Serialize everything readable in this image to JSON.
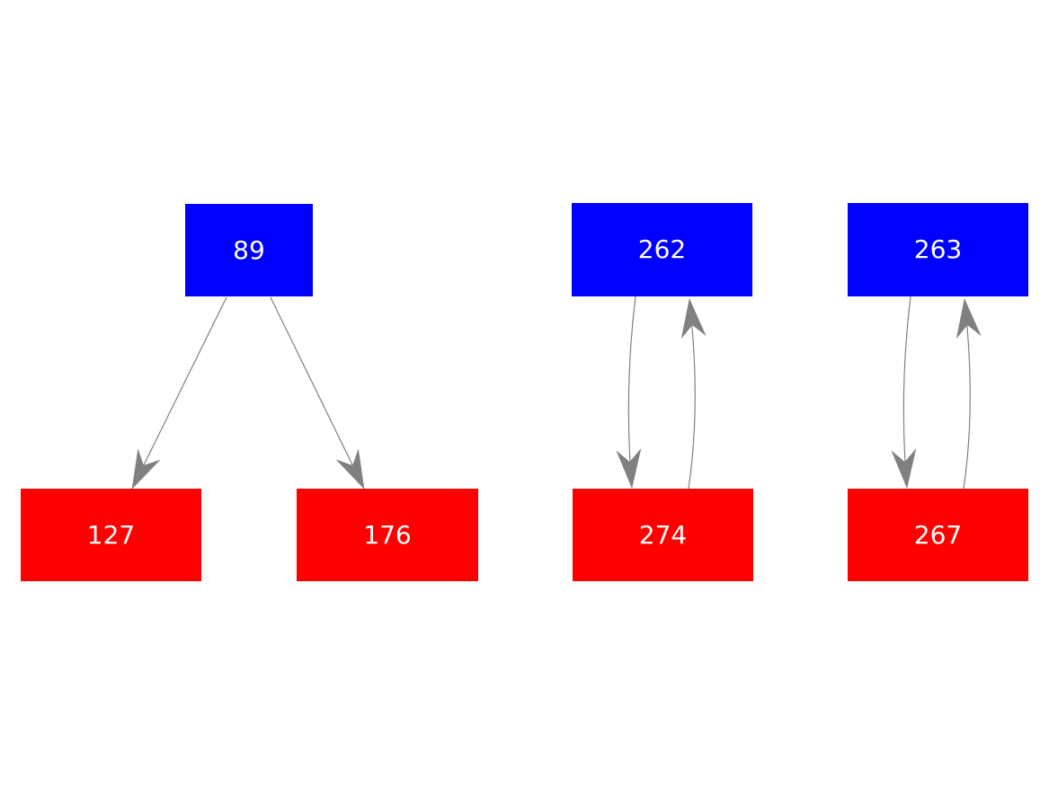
{
  "figure": {
    "kind": "directed-graph",
    "background": "#ffffff"
  },
  "colors": {
    "parent_node_fill": "#0000ff",
    "child_node_fill": "#ff0000",
    "node_label_text": "#ffffff",
    "edge_stroke": "#808080",
    "arrowhead_fill": "#808080"
  },
  "nodes": {
    "n89": {
      "label": "89",
      "color": "blue"
    },
    "n127": {
      "label": "127",
      "color": "red"
    },
    "n176": {
      "label": "176",
      "color": "red"
    },
    "n262": {
      "label": "262",
      "color": "blue"
    },
    "n274": {
      "label": "274",
      "color": "red"
    },
    "n263": {
      "label": "263",
      "color": "blue"
    },
    "n267": {
      "label": "267",
      "color": "red"
    }
  },
  "edges": [
    {
      "from": "89",
      "to": "127",
      "style": "straight"
    },
    {
      "from": "89",
      "to": "176",
      "style": "straight"
    },
    {
      "from": "262",
      "to": "274",
      "style": "curved"
    },
    {
      "from": "274",
      "to": "262",
      "style": "curved"
    },
    {
      "from": "263",
      "to": "267",
      "style": "curved"
    },
    {
      "from": "267",
      "to": "263",
      "style": "curved"
    }
  ]
}
